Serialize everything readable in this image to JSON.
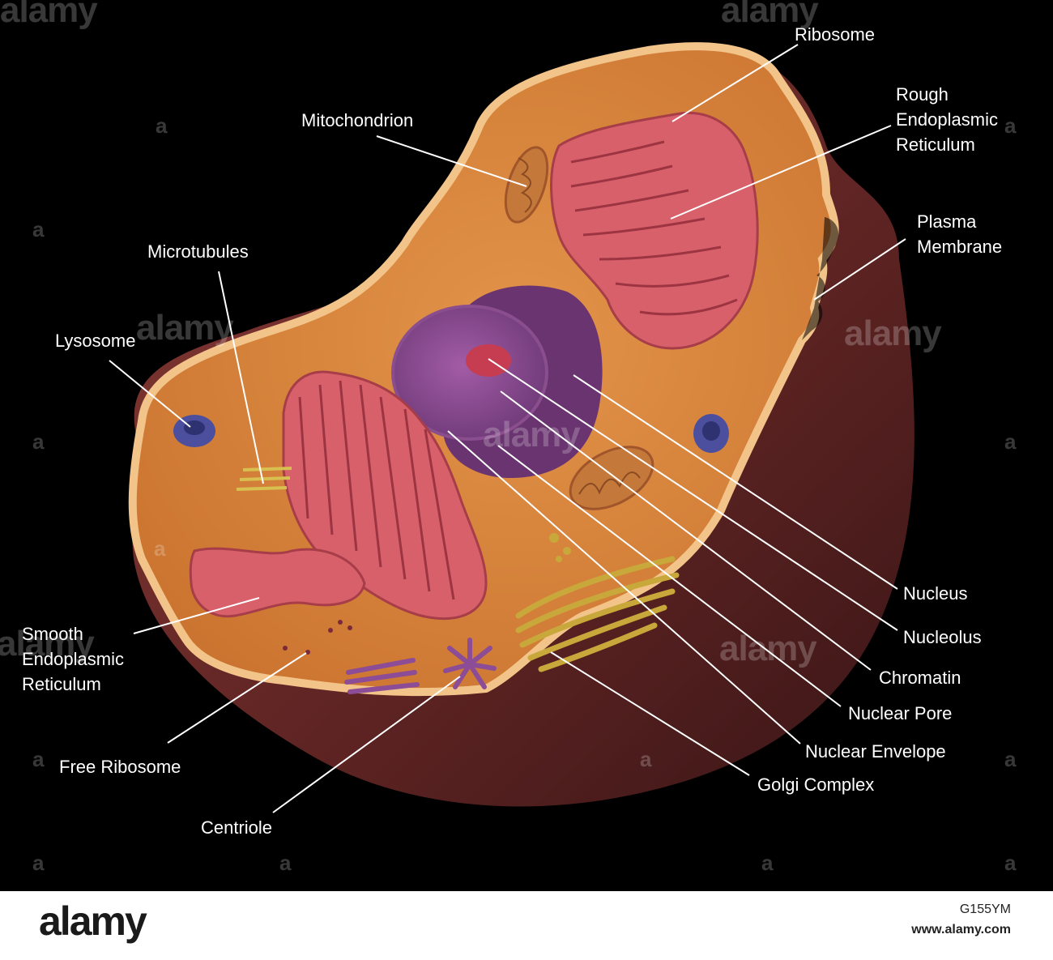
{
  "labels": {
    "ribosome": "Ribosome",
    "rough_er": [
      "Rough",
      "Endoplasmic",
      "Reticulum"
    ],
    "mitochondrion": "Mitochondrion",
    "plasma_membrane": [
      "Plasma",
      "Membrane"
    ],
    "microtubules": "Microtubules",
    "lysosome": "Lysosome",
    "smooth_er": [
      "Smooth",
      "Endoplasmic",
      "Reticulum"
    ],
    "free_ribosome": "Free Ribosome",
    "centriole": "Centriole",
    "nucleus": "Nucleus",
    "nucleolus": "Nucleolus",
    "chromatin": "Chromatin",
    "nuclear_pore": "Nuclear Pore",
    "nuclear_envelope": "Nuclear Envelope",
    "golgi_complex": "Golgi Complex"
  },
  "watermark": {
    "word": "alamy",
    "mark": "a"
  },
  "footer": {
    "logo": "alamy",
    "image_id": "G155YM",
    "url": "www.alamy.com"
  },
  "colors": {
    "background": "#000000",
    "cytoplasm": "#d9873e",
    "membrane": "#f3c489",
    "outer_shell": "#6e2c2a",
    "nucleus": "#8f4c93",
    "rough_er": "#d8606a",
    "golgi": "#c9a83b",
    "lysosome": "#4b4f9e",
    "label_text": "#ffffff"
  }
}
